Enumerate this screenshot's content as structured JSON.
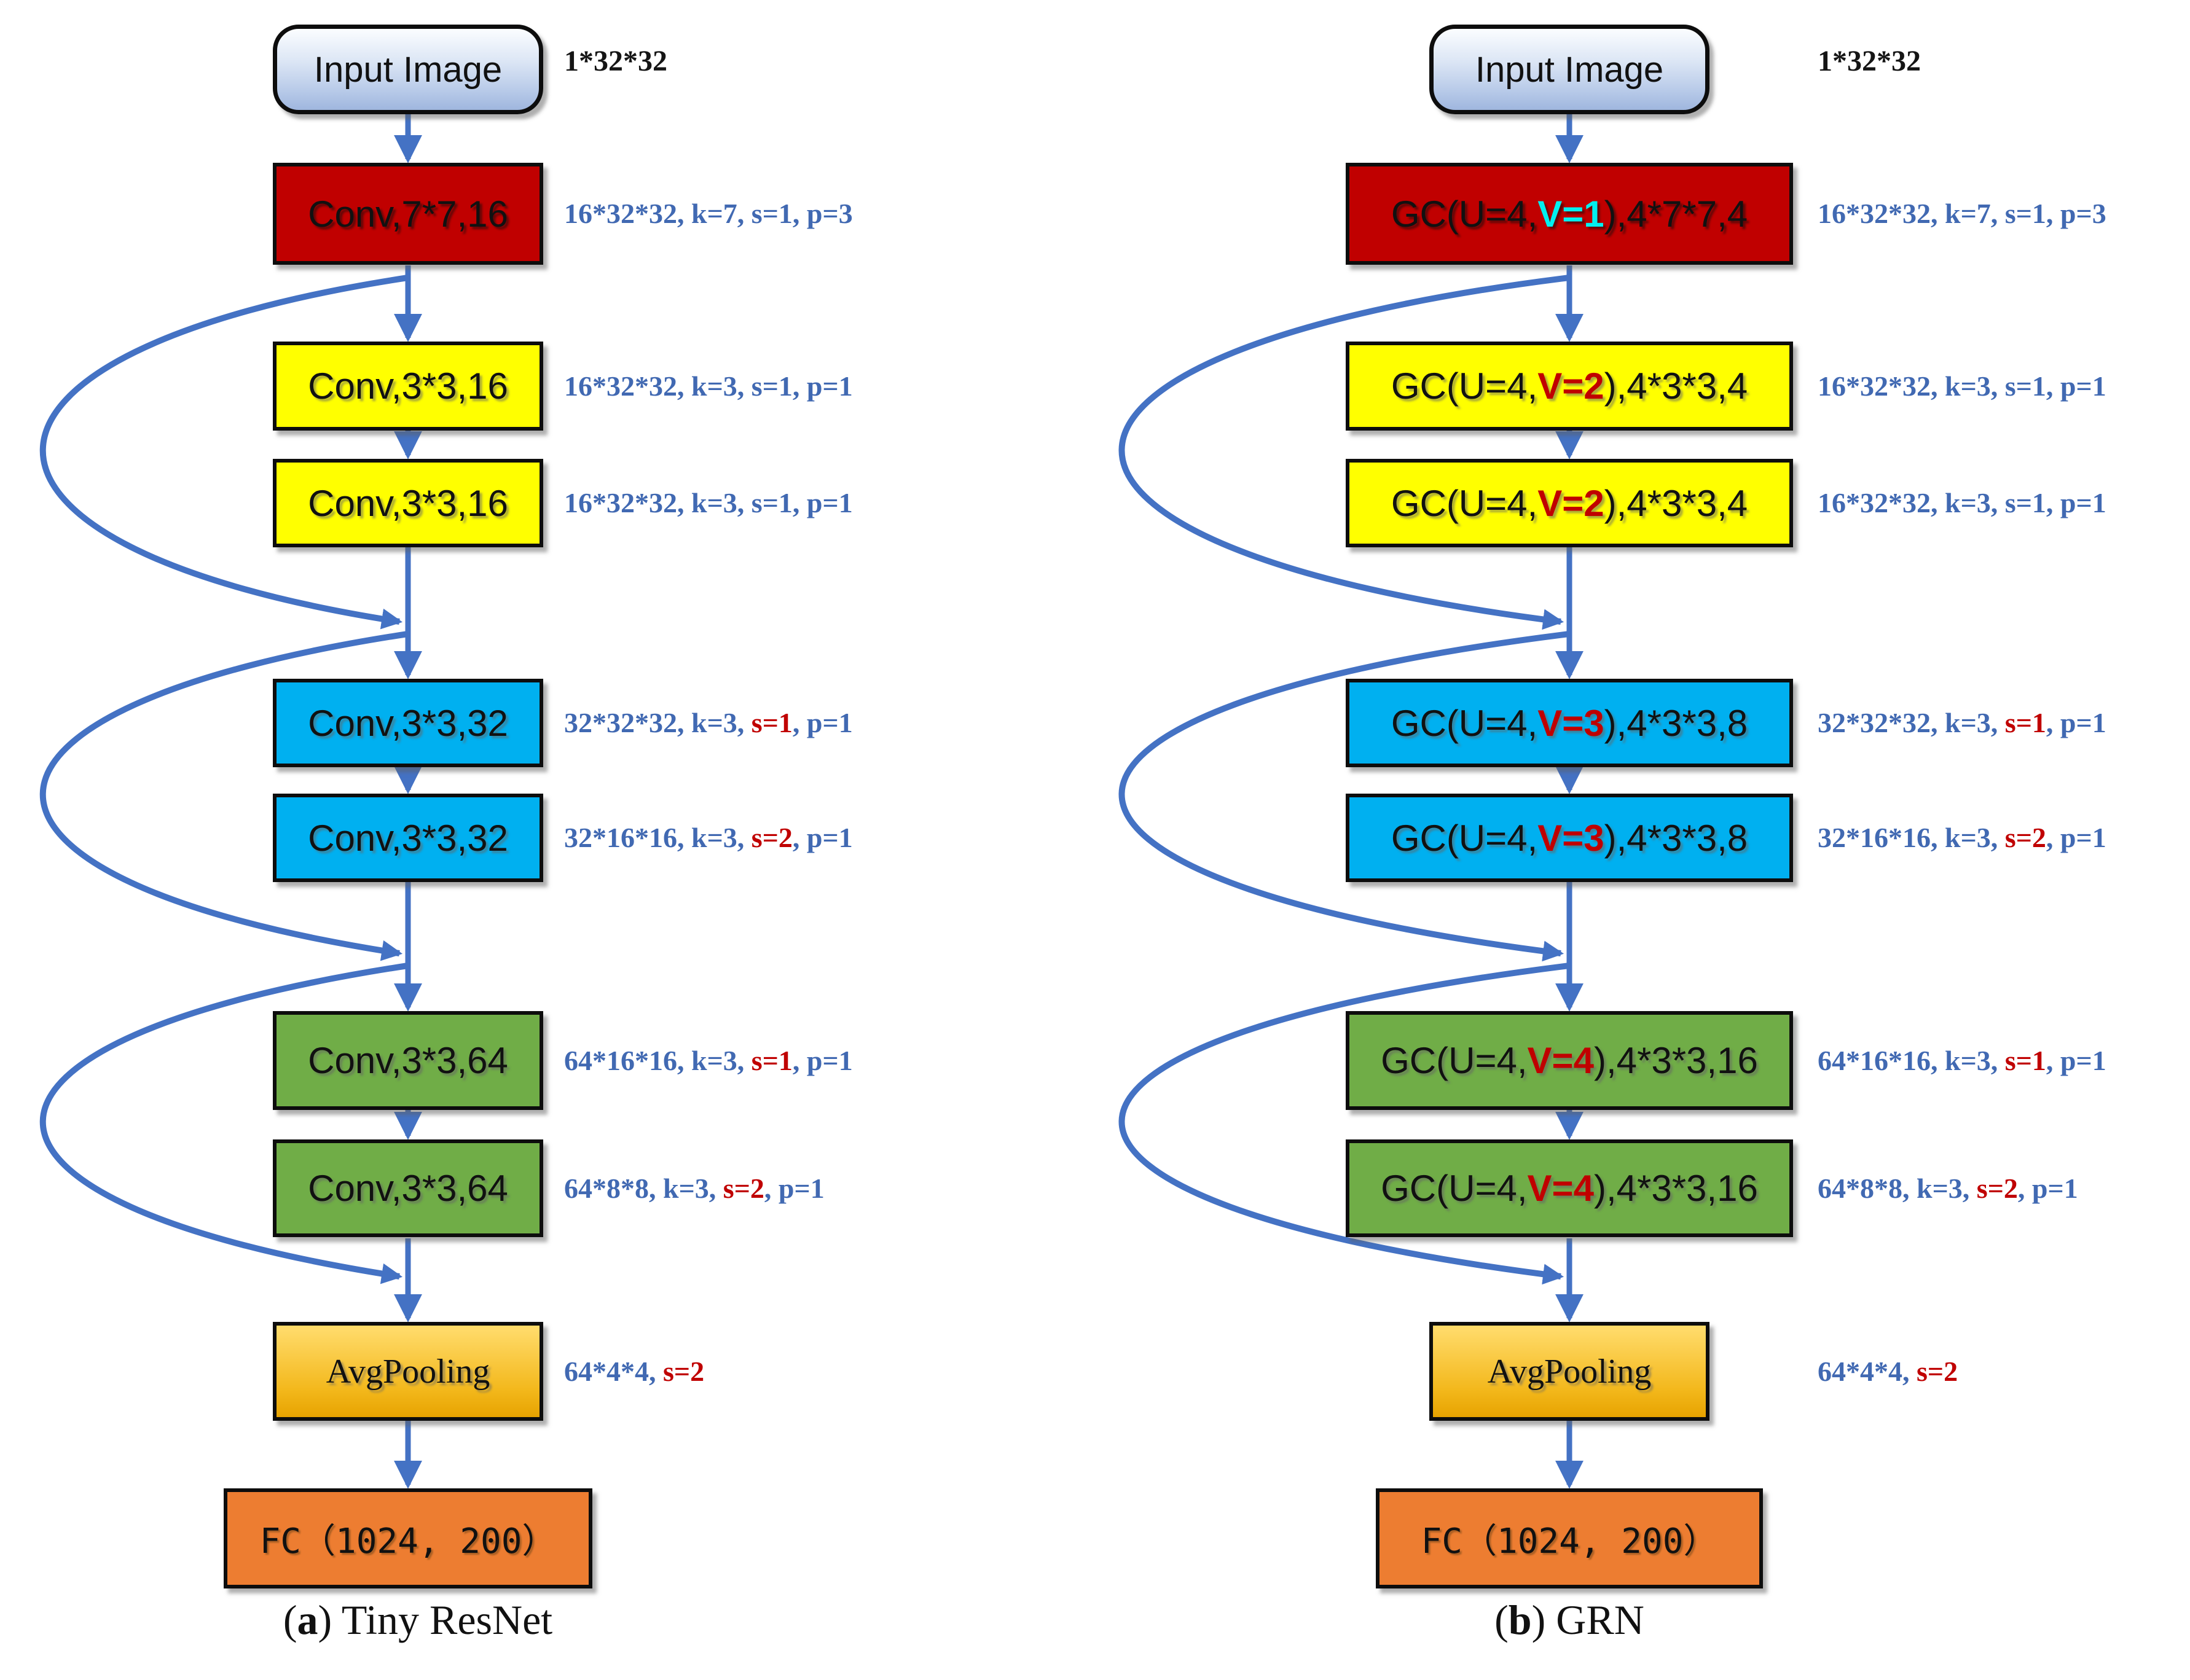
{
  "diagram": {
    "arrow_color": "#4472C4",
    "annotation_blue": "#4169B2",
    "annotation_red": "#C00000",
    "label_cyan": "#00F0F0",
    "columns": [
      {
        "id": "tiny-resnet",
        "caption": {
          "pre": "(",
          "letter": "a",
          "post": ") Tiny ResNet"
        },
        "input": {
          "label": "Input Image",
          "annotation": "1*32*32"
        },
        "layers": [
          {
            "type": "conv",
            "fill": "#C00000",
            "text_color": "#FFFFFF",
            "label": [
              {
                "t": "Conv,7*7,16"
              }
            ],
            "annotation": [
              {
                "t": "16*32*32, k=7, s=1, p=3",
                "c": "blue"
              }
            ]
          },
          {
            "type": "conv",
            "fill": "#FFFF00",
            "label": [
              {
                "t": "Conv,3*3,16"
              }
            ],
            "annotation": [
              {
                "t": "16*32*32, k=3, s=1, p=1",
                "c": "blue"
              }
            ]
          },
          {
            "type": "conv",
            "fill": "#FFFF00",
            "label": [
              {
                "t": "Conv,3*3,16"
              }
            ],
            "annotation": [
              {
                "t": "16*32*32, k=3, s=1, p=1",
                "c": "blue"
              }
            ]
          },
          {
            "type": "conv",
            "fill": "#00B0F0",
            "label": [
              {
                "t": "Conv,3*3,32"
              }
            ],
            "annotation": [
              {
                "t": "32*32*32, k=3, ",
                "c": "blue"
              },
              {
                "t": "s=1",
                "c": "red"
              },
              {
                "t": ", p=1",
                "c": "blue"
              }
            ]
          },
          {
            "type": "conv",
            "fill": "#00B0F0",
            "label": [
              {
                "t": "Conv,3*3,32"
              }
            ],
            "annotation": [
              {
                "t": "32*16*16, k=3, ",
                "c": "blue"
              },
              {
                "t": "s=2",
                "c": "red"
              },
              {
                "t": ", p=1",
                "c": "blue"
              }
            ]
          },
          {
            "type": "conv",
            "fill": "#70AD47",
            "label": [
              {
                "t": "Conv,3*3,64"
              }
            ],
            "annotation": [
              {
                "t": "64*16*16, k=3, ",
                "c": "blue"
              },
              {
                "t": "s=1",
                "c": "red"
              },
              {
                "t": ", p=1",
                "c": "blue"
              }
            ]
          },
          {
            "type": "conv",
            "fill": "#70AD47",
            "label": [
              {
                "t": "Conv,3*3,64"
              }
            ],
            "annotation": [
              {
                "t": "64*8*8, k=3, ",
                "c": "blue"
              },
              {
                "t": "s=2",
                "c": "red"
              },
              {
                "t": ", p=1",
                "c": "blue"
              }
            ]
          },
          {
            "type": "pool",
            "label": [
              {
                "t": "AvgPooling"
              }
            ],
            "annotation": [
              {
                "t": "64*4*4, ",
                "c": "blue"
              },
              {
                "t": "s=2",
                "c": "red"
              }
            ]
          },
          {
            "type": "fc",
            "fill": "#ED7D31",
            "label": [
              {
                "t": "FC（1024, 200）"
              }
            ]
          }
        ]
      },
      {
        "id": "grn",
        "caption": {
          "pre": "(",
          "letter": "b",
          "post": ") GRN"
        },
        "input": {
          "label": "Input Image",
          "annotation": "1*32*32"
        },
        "layers": [
          {
            "type": "conv",
            "fill": "#C00000",
            "text_color": "#FFFFFF",
            "label": [
              {
                "t": "GC(U=4,"
              },
              {
                "t": "V=1",
                "c": "cyan"
              },
              {
                "t": "),4*7*7,4"
              }
            ],
            "annotation": [
              {
                "t": "16*32*32, k=7, s=1, p=3",
                "c": "blue"
              }
            ]
          },
          {
            "type": "conv",
            "fill": "#FFFF00",
            "label": [
              {
                "t": "GC(U=4,"
              },
              {
                "t": "V=2",
                "c": "red"
              },
              {
                "t": "),4*3*3,4"
              }
            ],
            "annotation": [
              {
                "t": "16*32*32, k=3, s=1, p=1",
                "c": "blue"
              }
            ]
          },
          {
            "type": "conv",
            "fill": "#FFFF00",
            "label": [
              {
                "t": "GC(U=4,"
              },
              {
                "t": "V=2",
                "c": "red"
              },
              {
                "t": "),4*3*3,4"
              }
            ],
            "annotation": [
              {
                "t": "16*32*32, k=3, s=1, p=1",
                "c": "blue"
              }
            ]
          },
          {
            "type": "conv",
            "fill": "#00B0F0",
            "label": [
              {
                "t": "GC(U=4,"
              },
              {
                "t": "V=3",
                "c": "red"
              },
              {
                "t": "),4*3*3,8"
              }
            ],
            "annotation": [
              {
                "t": "32*32*32, k=3, ",
                "c": "blue"
              },
              {
                "t": "s=1",
                "c": "red"
              },
              {
                "t": ", p=1",
                "c": "blue"
              }
            ]
          },
          {
            "type": "conv",
            "fill": "#00B0F0",
            "label": [
              {
                "t": "GC(U=4,"
              },
              {
                "t": "V=3",
                "c": "red"
              },
              {
                "t": "),4*3*3,8"
              }
            ],
            "annotation": [
              {
                "t": "32*16*16, k=3, ",
                "c": "blue"
              },
              {
                "t": "s=2",
                "c": "red"
              },
              {
                "t": ", p=1",
                "c": "blue"
              }
            ]
          },
          {
            "type": "conv",
            "fill": "#70AD47",
            "label": [
              {
                "t": "GC(U=4,"
              },
              {
                "t": "V=4",
                "c": "red"
              },
              {
                "t": "),4*3*3,16"
              }
            ],
            "annotation": [
              {
                "t": "64*16*16, k=3, ",
                "c": "blue"
              },
              {
                "t": "s=1",
                "c": "red"
              },
              {
                "t": ", p=1",
                "c": "blue"
              }
            ]
          },
          {
            "type": "conv",
            "fill": "#70AD47",
            "label": [
              {
                "t": "GC(U=4,"
              },
              {
                "t": "V=4",
                "c": "red"
              },
              {
                "t": "),4*3*3,16"
              }
            ],
            "annotation": [
              {
                "t": "64*8*8, k=3, ",
                "c": "blue"
              },
              {
                "t": "s=2",
                "c": "red"
              },
              {
                "t": ", p=1",
                "c": "blue"
              }
            ]
          },
          {
            "type": "pool",
            "label": [
              {
                "t": "AvgPooling"
              }
            ],
            "annotation": [
              {
                "t": "64*4*4, ",
                "c": "blue"
              },
              {
                "t": "s=2",
                "c": "red"
              }
            ]
          },
          {
            "type": "fc",
            "fill": "#ED7D31",
            "label": [
              {
                "t": "FC（1024, 200）"
              }
            ]
          }
        ]
      }
    ]
  }
}
